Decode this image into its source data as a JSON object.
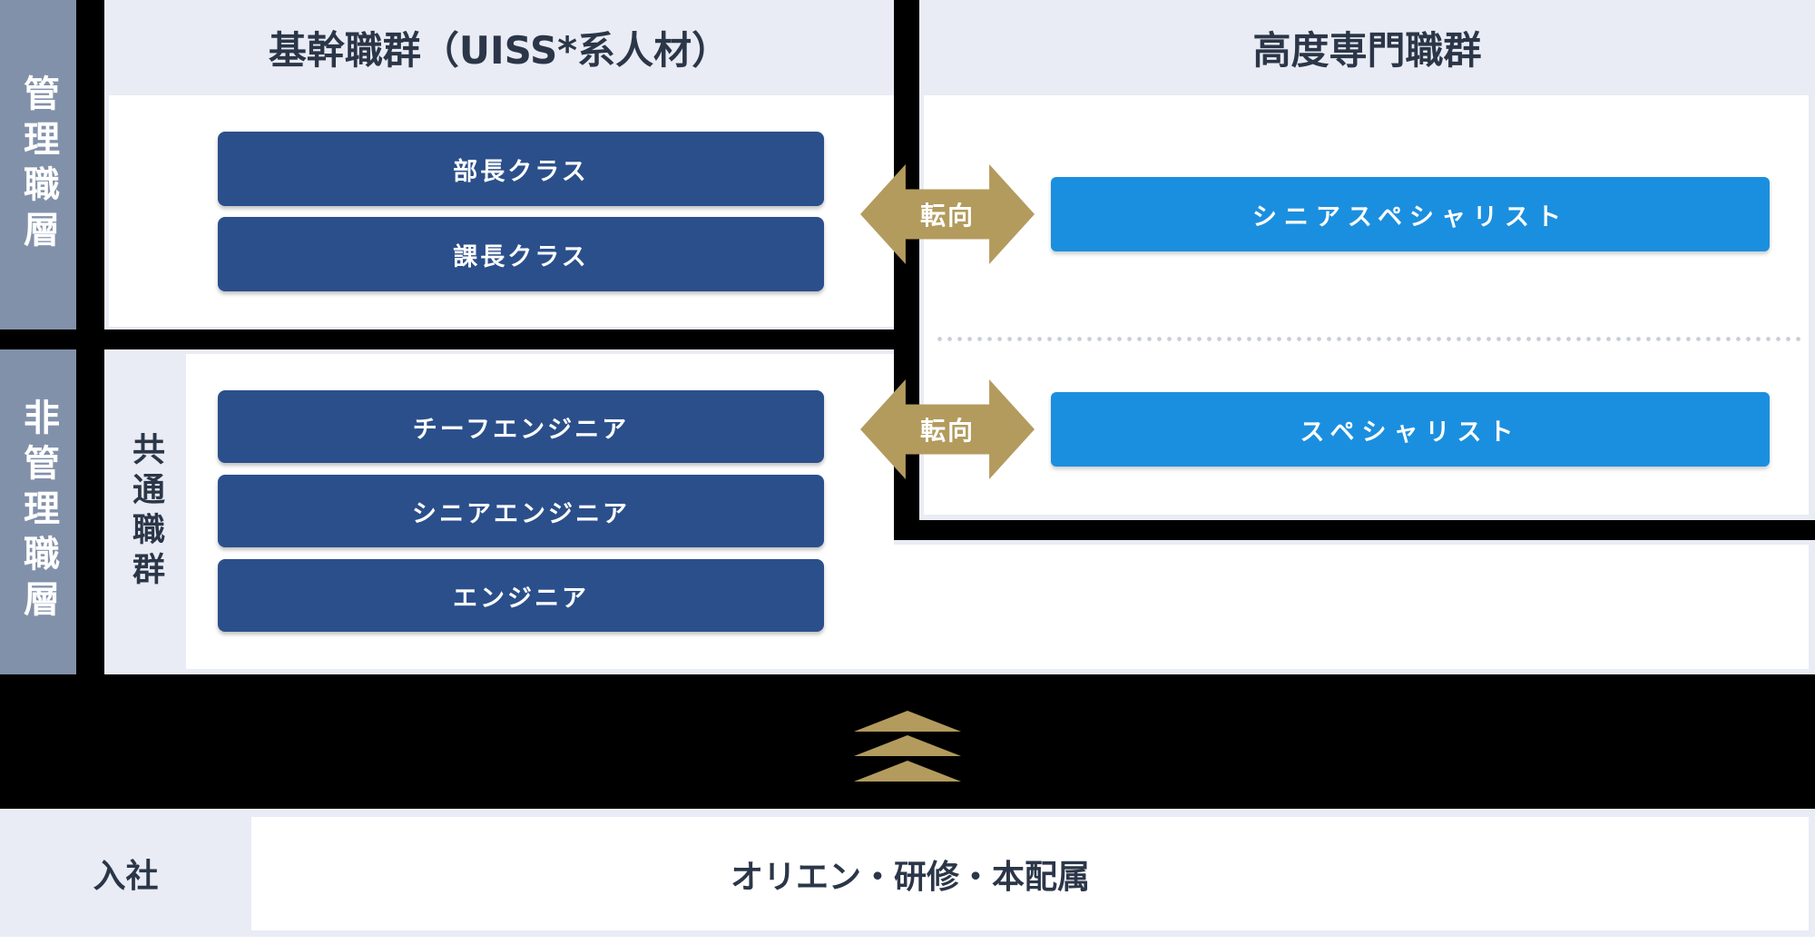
{
  "rows": {
    "management": {
      "label": "管理職層"
    },
    "non_management": {
      "label": "非管理職層"
    }
  },
  "panels": {
    "core": {
      "title": "基幹職群（UISS*系人材）",
      "boxes": [
        "部長クラス",
        "課長クラス"
      ]
    },
    "advanced": {
      "title": "高度専門職群",
      "boxes": [
        "シニアスペシャリスト",
        "スペシャリスト"
      ]
    },
    "common": {
      "label": "共通職群",
      "boxes": [
        "チーフエンジニア",
        "シニアエンジニア",
        "エンジニア"
      ]
    }
  },
  "arrows": {
    "top": {
      "label": "転向"
    },
    "bottom": {
      "label": "転向"
    }
  },
  "bottom_row": {
    "join_label": "入社",
    "training_label": "オリエン・研修・本配属"
  },
  "colors": {
    "background": "#000000",
    "panel_gray": "#e9ecf4",
    "row_label_bar": "#8291aa",
    "navy_box": "#2b4f8b",
    "light_blue_box": "#1b8fdf",
    "gold": "#b39b5e",
    "title_text": "#2b3648",
    "dotted_divider": "#c9cdd7"
  }
}
